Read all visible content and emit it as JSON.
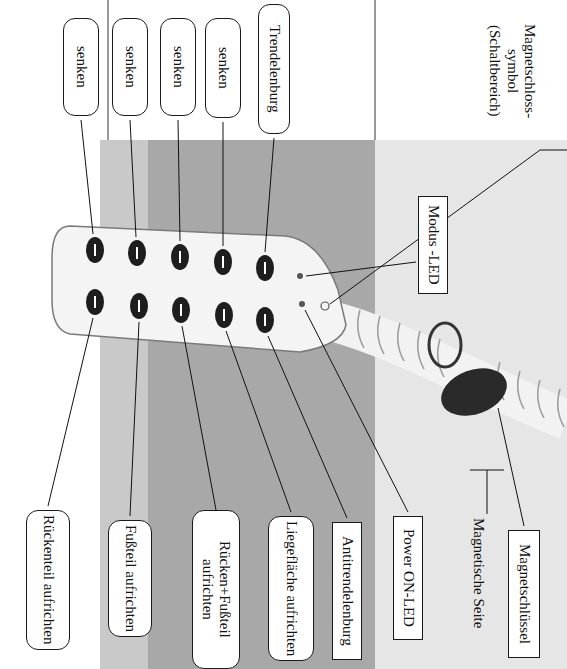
{
  "diagram": {
    "nodes": [
      {
        "text": [
          "senken"
        ]
      },
      {
        "text": [
          "senken"
        ]
      },
      {
        "text": [
          "senken"
        ]
      },
      {
        "text": [
          "senken"
        ]
      },
      {
        "text": [
          "Trendelenburg"
        ]
      },
      {
        "text": [
          "Modus -LED"
        ]
      },
      {
        "text": [
          "Power ON-LED"
        ]
      },
      {
        "text": [
          "Antitrendelenburg"
        ]
      },
      {
        "text": [
          "Liegefläche aufrichten"
        ]
      },
      {
        "text": [
          "Rücken+Fußteil aufrichten"
        ]
      },
      {
        "text": [
          "Fußteil aufrichten"
        ]
      },
      {
        "text": [
          "Rückenteil aufrichten"
        ]
      },
      {
        "text": [
          "Magnetschlüssel"
        ]
      }
    ],
    "labels": [
      "Magnetschloss- symbol (Schaltbereich)",
      "Magnetische Seite"
    ]
  }
}
